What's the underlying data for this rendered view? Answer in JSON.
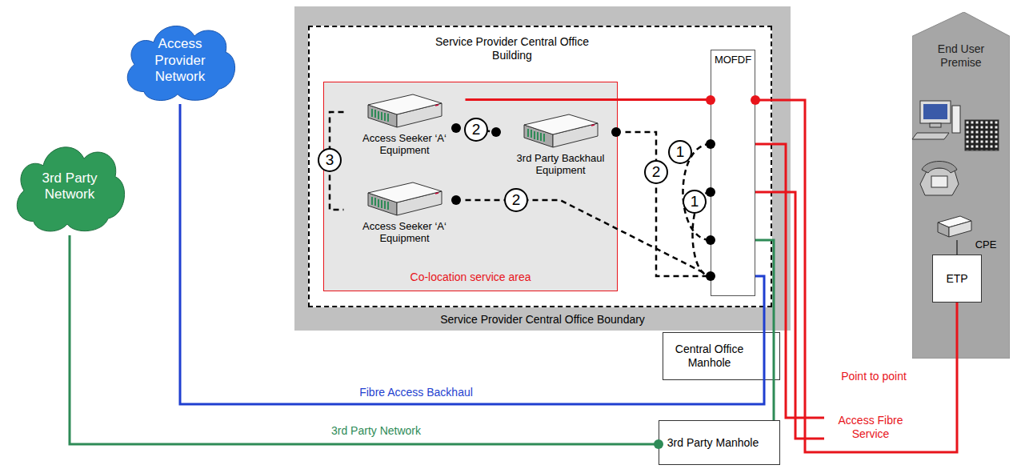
{
  "diagram": {
    "nodes": [
      {
        "text": [
          "Access Provider Network"
        ]
      },
      {
        "text": [
          "3rd Party Network"
        ]
      },
      {
        "text": [
          "Service Provider Central Office Boundary"
        ]
      },
      {
        "text": [
          "Service Provider Central Office Building"
        ],
        "in": 2
      },
      {
        "text": [
          "Co-location service area"
        ],
        "in": 3
      },
      {
        "text": [
          "Access Seeker ‘A‘ Equipment"
        ],
        "in": 4
      },
      {
        "text": [
          "3rd Party Backhaul Equipment"
        ],
        "in": 4
      },
      {
        "text": [
          "Access Seeker ‘A‘ Equipment"
        ],
        "in": 4
      },
      {
        "text": [
          "MOFDF"
        ],
        "in": 3
      },
      {
        "text": [
          "Central Office Manhole"
        ]
      },
      {
        "text": [
          "3rd Party Manhole"
        ]
      },
      {
        "text": [
          "End User Premise"
        ]
      },
      {
        "text": [
          "ETP"
        ],
        "in": 11
      }
    ],
    "edges": [
      {
        "from": 5,
        "to": 8,
        "arrow": "none"
      },
      {
        "from": 8,
        "to": 12,
        "label": "Point to point",
        "arrow": "none"
      },
      {
        "from": 0,
        "to": 8,
        "label": "Fibre Access Backhaul",
        "arrow": "none"
      },
      {
        "from": 1,
        "to": 10,
        "label": "3rd Party Network",
        "arrow": "none"
      },
      {
        "from": 10,
        "to": 8,
        "arrow": "none"
      },
      {
        "from": 5,
        "to": 6,
        "label": "2",
        "arrow": "none"
      },
      {
        "from": 6,
        "to": 8,
        "label": "2",
        "arrow": "none"
      },
      {
        "from": 7,
        "to": 8,
        "label": "2",
        "arrow": "none"
      },
      {
        "from": 5,
        "to": 7,
        "label": "3",
        "arrow": "none"
      }
    ],
    "labels": [
      "1",
      "1",
      "CPE",
      "Access Fibre Service"
    ]
  }
}
